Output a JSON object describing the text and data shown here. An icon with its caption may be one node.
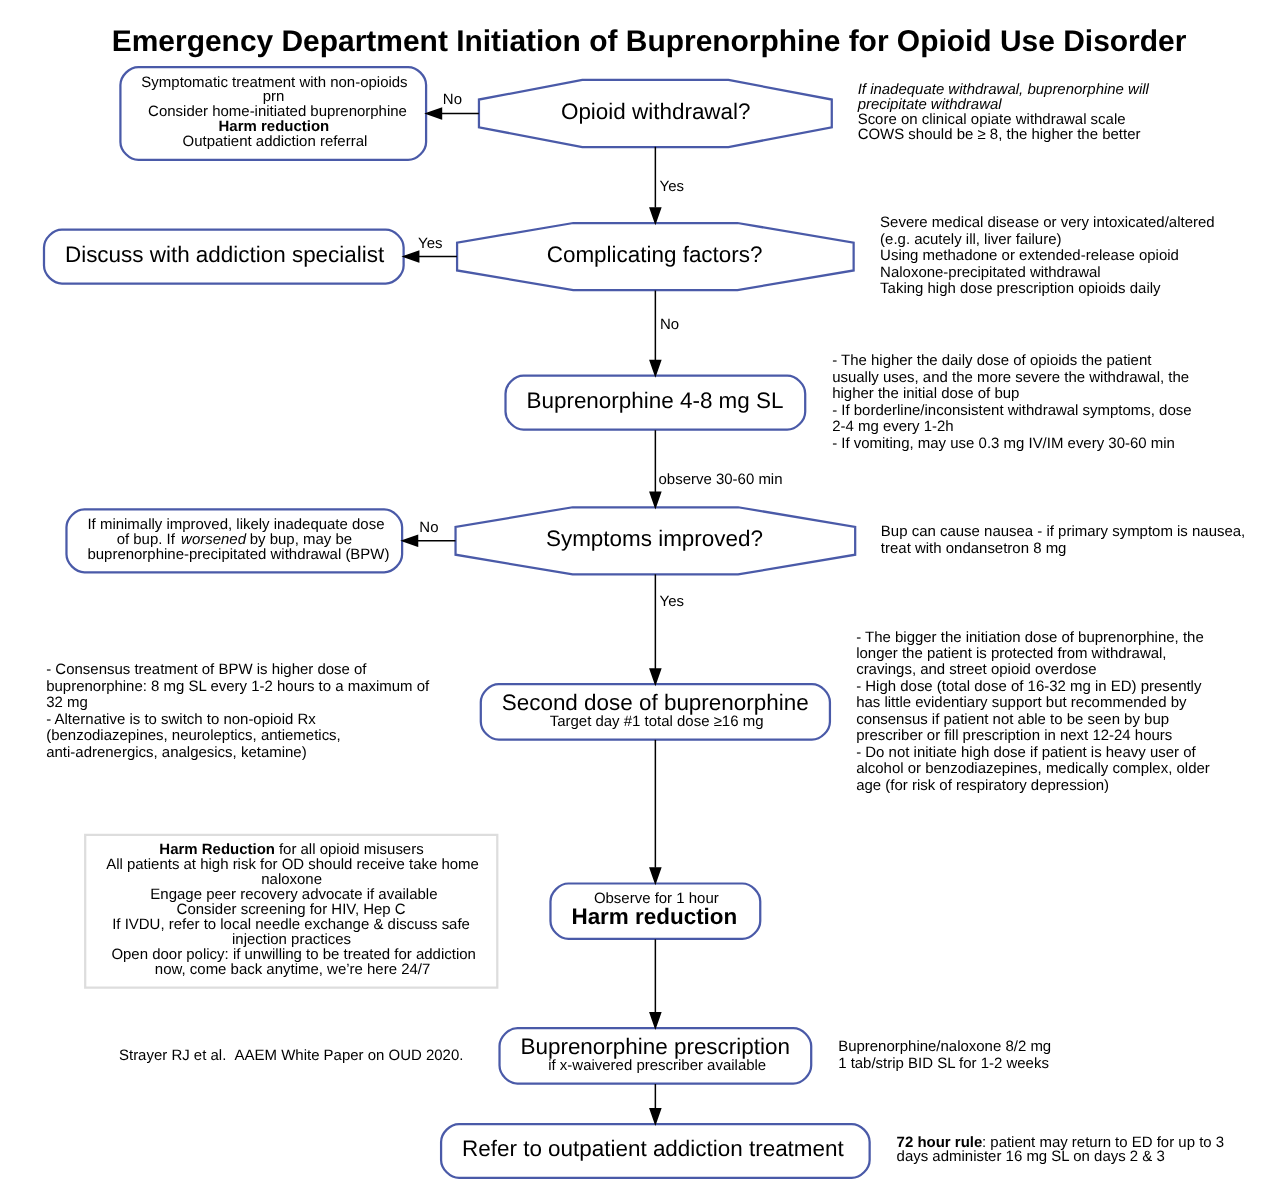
{
  "diagram": {
    "title": "Emergency Department Initiation of Buprenorphine for Opioid Use Disorder",
    "caption": "Strayer RJ et al.  AAEM White Paper on OUD 2020.",
    "nodes": [
      {
        "text": [
          "Opioid withdrawal?"
        ],
        "beside": [
          "If inadequate withdrawal, buprenorphine will precipitate withdrawal",
          "Score on clinical opiate withdrawal scale",
          "COWS should be ≥ 8, the higher the better"
        ]
      },
      {
        "text": [
          "Symptomatic treatment with non-opioids prn",
          "Consider home-initiated buprenorphine",
          "Harm reduction",
          "Outpatient addiction referral"
        ]
      },
      {
        "text": [
          "Complicating factors?"
        ],
        "beside": [
          "Severe medical disease or very intoxicated/altered (e.g. acutely ill, liver failure)",
          "Using methadone or extended-release opioid",
          "Naloxone-precipitated withdrawal",
          "Taking high dose prescription opioids daily"
        ]
      },
      {
        "text": [
          "Discuss with addiction specialist"
        ]
      },
      {
        "text": [
          "Buprenorphine 4-8 mg SL"
        ],
        "beside": [
          "- The higher the daily dose of opioids the patient usually uses, and the more severe the withdrawal, the higher the initial dose of bup",
          "- If borderline/inconsistent withdrawal symptoms, dose 2-4 mg every 1-2h",
          "- If vomiting, may use 0.3 mg IV/IM every 30-60 min"
        ]
      },
      {
        "text": [
          "Symptoms improved?"
        ],
        "beside": [
          "Bup can cause nausea - if primary symptom is nausea, treat with ondansetron 8 mg"
        ]
      },
      {
        "text": [
          "If minimally improved, likely inadequate dose of bup. If *worsened* by bup, may be buprenorphine-precipitated withdrawal (BPW)"
        ],
        "beside": [
          "- Consensus treatment of BPW is higher dose of buprenorphine: 8 mg SL every 1-2 hours to a maximum of 32 mg",
          "- Alternative is to switch to non-opioid Rx (benzodiazepines, neuroleptics, antiemetics, anti-adrenergics, analgesics, ketamine)"
        ]
      },
      {
        "text": [
          "Second dose of buprenorphine",
          "Target day #1 total dose ≥16 mg"
        ],
        "beside": [
          "- The bigger the initiation dose of buprenorphine, the longer the patient is protected from withdrawal, cravings, and street opioid overdose",
          "- High dose (total dose of 16-32 mg in ED) presently has little evidentiary support but recommended by consensus if patient not able to be seen by bup prescriber or fill prescription in next 12-24 hours",
          "- Do not initiate high dose if patient is heavy user of alcohol or benzodiazepines, medically complex, older age (for risk of respiratory depression)"
        ]
      },
      {
        "text": [
          "Observe for 1 hour",
          "Harm reduction"
        ]
      },
      {
        "text": [
          "Buprenorphine prescription",
          "if x-waivered prescriber available"
        ],
        "beside": [
          "Buprenorphine/naloxone 8/2 mg",
          "1 tab/strip BID SL for 1-2 weeks"
        ]
      },
      {
        "text": [
          "Refer to outpatient addiction treatment"
        ],
        "beside": [
          "**72 hour rule**: patient may return to ED for up to 3 days administer 16 mg SL on days 2 & 3"
        ]
      },
      {
        "text": [
          "**Harm Reduction** for all opioid misusers",
          "All patients at high risk for OD should receive take home naloxone",
          "Engage peer recovery advocate if available",
          "Consider screening for HIV, Hep C",
          "If IVDU, refer to local needle exchange & discuss safe injection practices",
          "Open door policy: if unwilling to be treated for addiction now, come back anytime, we’re here 24/7"
        ]
      }
    ],
    "edges": [
      {
        "from": 0,
        "to": 1,
        "arrow": "to",
        "label": "No"
      },
      {
        "from": 0,
        "to": 2,
        "arrow": "to",
        "label": "Yes"
      },
      {
        "from": 2,
        "to": 3,
        "arrow": "to",
        "label": "Yes"
      },
      {
        "from": 2,
        "to": 4,
        "arrow": "to",
        "label": "No"
      },
      {
        "from": 4,
        "to": 5,
        "arrow": "to",
        "label": "observe 30-60 min"
      },
      {
        "from": 5,
        "to": 6,
        "arrow": "to",
        "label": "No"
      },
      {
        "from": 5,
        "to": 7,
        "arrow": "to",
        "label": "Yes"
      },
      {
        "from": 7,
        "to": 8,
        "arrow": "to"
      },
      {
        "from": 8,
        "to": 9,
        "arrow": "to"
      },
      {
        "from": 9,
        "to": 10,
        "arrow": "to"
      }
    ]
  }
}
